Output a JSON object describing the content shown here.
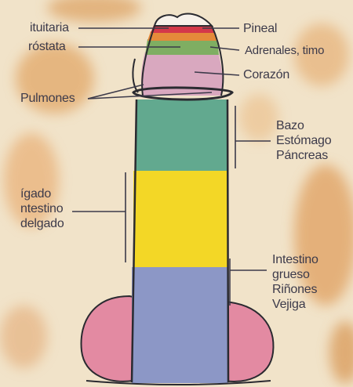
{
  "labels": {
    "pituitaria": "ituitaria",
    "prostata": "róstata",
    "pulmones": "Pulmones",
    "pineal": "Pineal",
    "adrenales": "Adrenales, timo",
    "corazon": "Corazón",
    "bazo_block": "Bazo\nEstómago\nPáncreas",
    "higado_block": "ígado\nntestino\ndelgado",
    "intestino_block": "Intestino\ngrueso\nRiñones\nVejiga"
  },
  "colors": {
    "paper": "#f1e3c9",
    "stain": "#e2a768",
    "outline": "#2a2a30",
    "red_band": "#d4384a",
    "orange_band": "#e58a3a",
    "green_band": "#7fae62",
    "pink_zone": "#d9a8bf",
    "teal_zone": "#62a98f",
    "yellow_zone": "#f3d726",
    "blue_zone": "#8c97c6",
    "pink_sides": "#e38aa2",
    "label_text": "#3c3a4a"
  }
}
